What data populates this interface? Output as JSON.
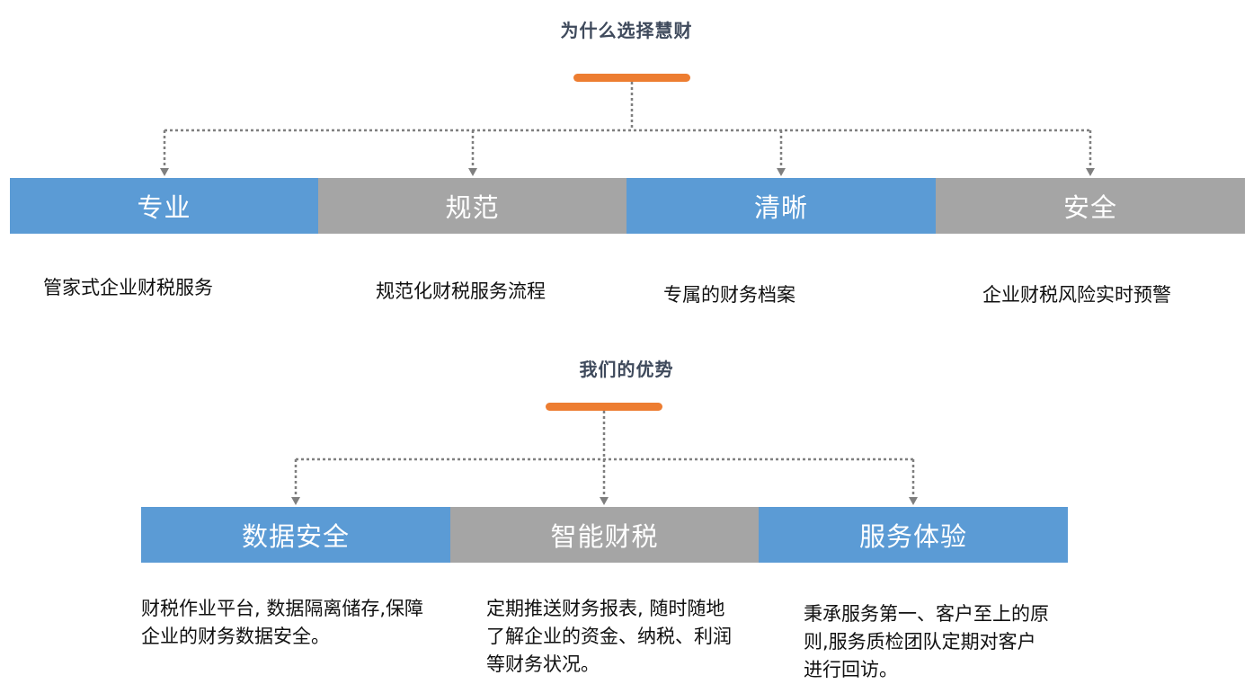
{
  "colors": {
    "blue": "#5b9bd5",
    "gray": "#a5a5a5",
    "accent": "#ed7d31",
    "connector": "#7f7f7f"
  },
  "why": {
    "title": "为什么选择慧财",
    "items": [
      {
        "label": "专业",
        "description": "管家式企业财税服务",
        "color": "blue"
      },
      {
        "label": "规范",
        "description": "规范化财税服务流程",
        "color": "gray"
      },
      {
        "label": "清晰",
        "description": "专属的财务档案",
        "color": "blue"
      },
      {
        "label": "安全",
        "description": "企业财税风险实时预警",
        "color": "gray"
      }
    ]
  },
  "advantages": {
    "title": "我们的优势",
    "items": [
      {
        "label": "数据安全",
        "description": "财税作业平台, 数据隔离储存,保障企业的财务数据安全。",
        "color": "blue"
      },
      {
        "label": "智能财税",
        "description": "定期推送财务报表, 随时随地了解企业的资金、纳税、利润等财务状况。",
        "color": "gray"
      },
      {
        "label": "服务体验",
        "description": "秉承服务第一、客户至上的原则,服务质检团队定期对客户进行回访。",
        "color": "blue"
      }
    ]
  }
}
